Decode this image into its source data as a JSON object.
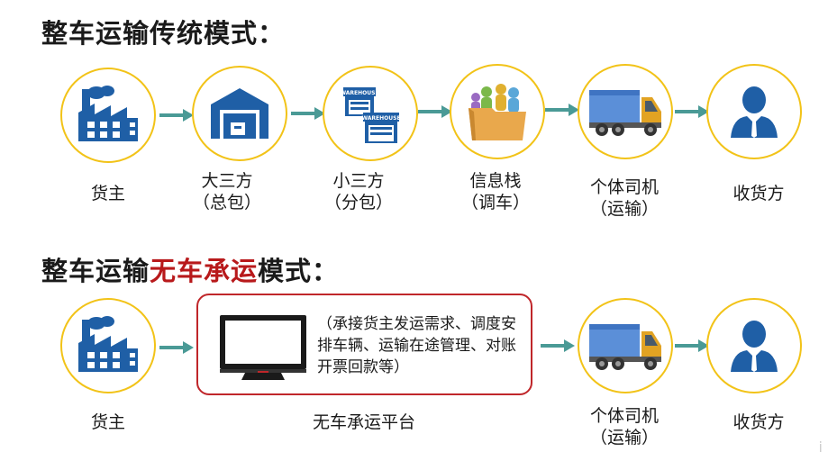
{
  "traditional": {
    "title": "整车运输传统模式：",
    "nodes": [
      {
        "line1": "货主",
        "line2": "",
        "icon": "factory-icon"
      },
      {
        "line1": "大三方",
        "line2": "（总包）",
        "icon": "warehouse-icon"
      },
      {
        "line1": "小三方",
        "line2": "（分包）",
        "icon": "small-warehouse-icon"
      },
      {
        "line1": "信息栈",
        "line2": "（调车）",
        "icon": "folder-people-icon"
      },
      {
        "line1": "个体司机",
        "line2": "（运输）",
        "icon": "truck-icon"
      },
      {
        "line1": "收货方",
        "line2": "",
        "icon": "businessman-icon"
      }
    ],
    "warehouse_sign": "WAREHOUSE"
  },
  "modern": {
    "title_prefix": "整车运输",
    "title_highlight": "无车承运",
    "title_suffix": "模式：",
    "highlight_color": "#b8191b",
    "nodes": [
      {
        "line1": "货主",
        "line2": "",
        "icon": "factory-icon"
      },
      {
        "line1": "无车承运平台",
        "line2": "",
        "icon": "monitor-icon"
      },
      {
        "line1": "个体司机",
        "line2": "（运输）",
        "icon": "truck-icon"
      },
      {
        "line1": "收货方",
        "line2": "",
        "icon": "businessman-icon"
      }
    ],
    "platform_description": "（承接货主发运需求、调度安排车辆、运输在途管理、对账开票回款等）"
  },
  "colors": {
    "circle_border": "#f2c318",
    "icon_blue": "#1f5fa6",
    "arrow": "#4a9a96",
    "platform_border": "#c0262a"
  },
  "watermark": "i"
}
